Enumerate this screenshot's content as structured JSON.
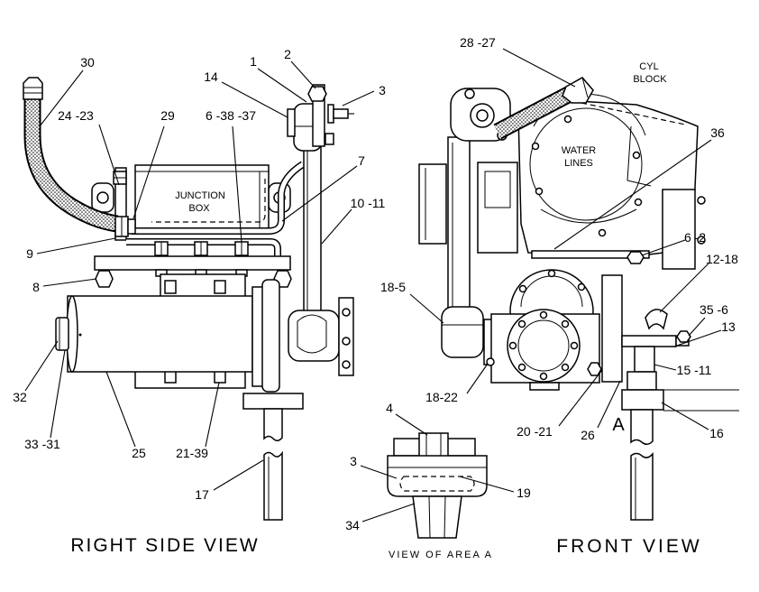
{
  "right_side_view": {
    "title": "RIGHT SIDE VIEW",
    "junction_box": {
      "line1": "JUNCTION",
      "line2": "BOX"
    },
    "callouts": {
      "hose": "30",
      "bracket": "24 -23",
      "hose_fitting": "29",
      "box_bolts": "6 -38 -37",
      "top_bolt": "1",
      "top_nut": "2",
      "top_washer": "3",
      "elbow_bolt": "14",
      "pipe": "7",
      "tube": "10 -11",
      "lower_pipe": "9",
      "plate": "8",
      "end_cap": "32",
      "end_parts": "33 -31",
      "starter": "25",
      "mount_bolts": "21-39",
      "shaft": "17"
    }
  },
  "front_view": {
    "title": "FRONT VIEW",
    "cyl_block": {
      "line1": "CYL",
      "line2": "BLOCK"
    },
    "water_lines": {
      "line1": "WATER",
      "line2": "LINES"
    },
    "area_marker": "A",
    "callouts": {
      "hose": "28 -27",
      "block_plate": "36",
      "mount_bolts": "6 -2",
      "hook": "12-18",
      "elbow": "18-5",
      "clamp_bolts": "35 -6",
      "clamp": "13",
      "fitting": "15 -11",
      "pump_bolts": "18-22",
      "bracket_bolts": "20 -21",
      "bracket": "26",
      "shaft": "16"
    }
  },
  "area_a_view": {
    "title": "VIEW OF AREA A",
    "callouts": {
      "nut": "4",
      "washer": "3",
      "pin": "19",
      "stem": "34"
    }
  }
}
